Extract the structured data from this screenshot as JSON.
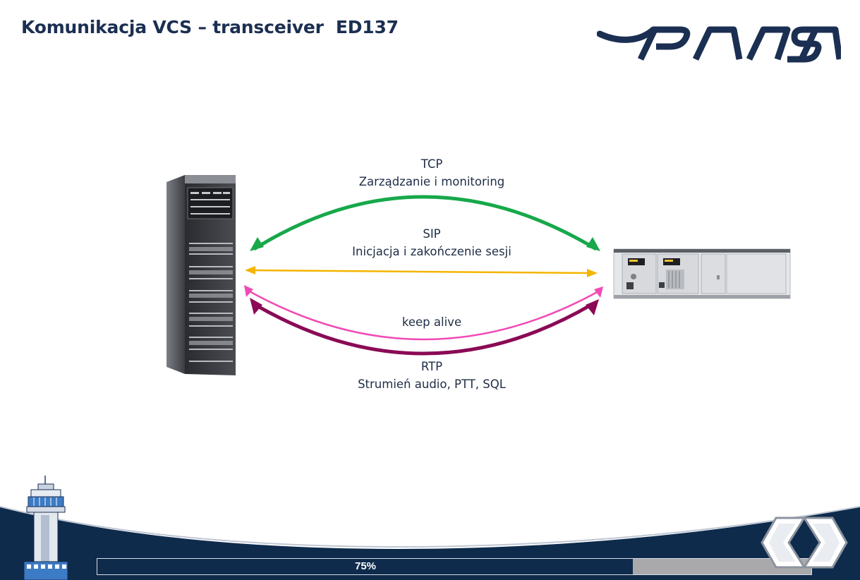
{
  "slide": {
    "title": "Komunikacja VCS – transceiver  ED137"
  },
  "logo": {
    "text": "PANSA"
  },
  "diagram": {
    "tcp": {
      "protocol": "TCP",
      "description": "Zarządzanie i monitoring",
      "color": "#17a84a"
    },
    "sip": {
      "protocol": "SIP",
      "description": "Inicjacja i zakończenie sesji",
      "color": "#f4b400"
    },
    "keepalive": {
      "label": "keep alive",
      "color": "#f04bb4"
    },
    "rtp": {
      "protocol": "RTP",
      "description": "Strumień audio, PTT, SQL",
      "color": "#8a0a55"
    }
  },
  "progress": {
    "value": 0.75,
    "label": "75%"
  },
  "nav": {
    "prev_icon": "chevron-left-icon",
    "next_icon": "chevron-right-icon"
  },
  "colors": {
    "brand": "#1b2f52",
    "footer": "#0e2b4c"
  }
}
